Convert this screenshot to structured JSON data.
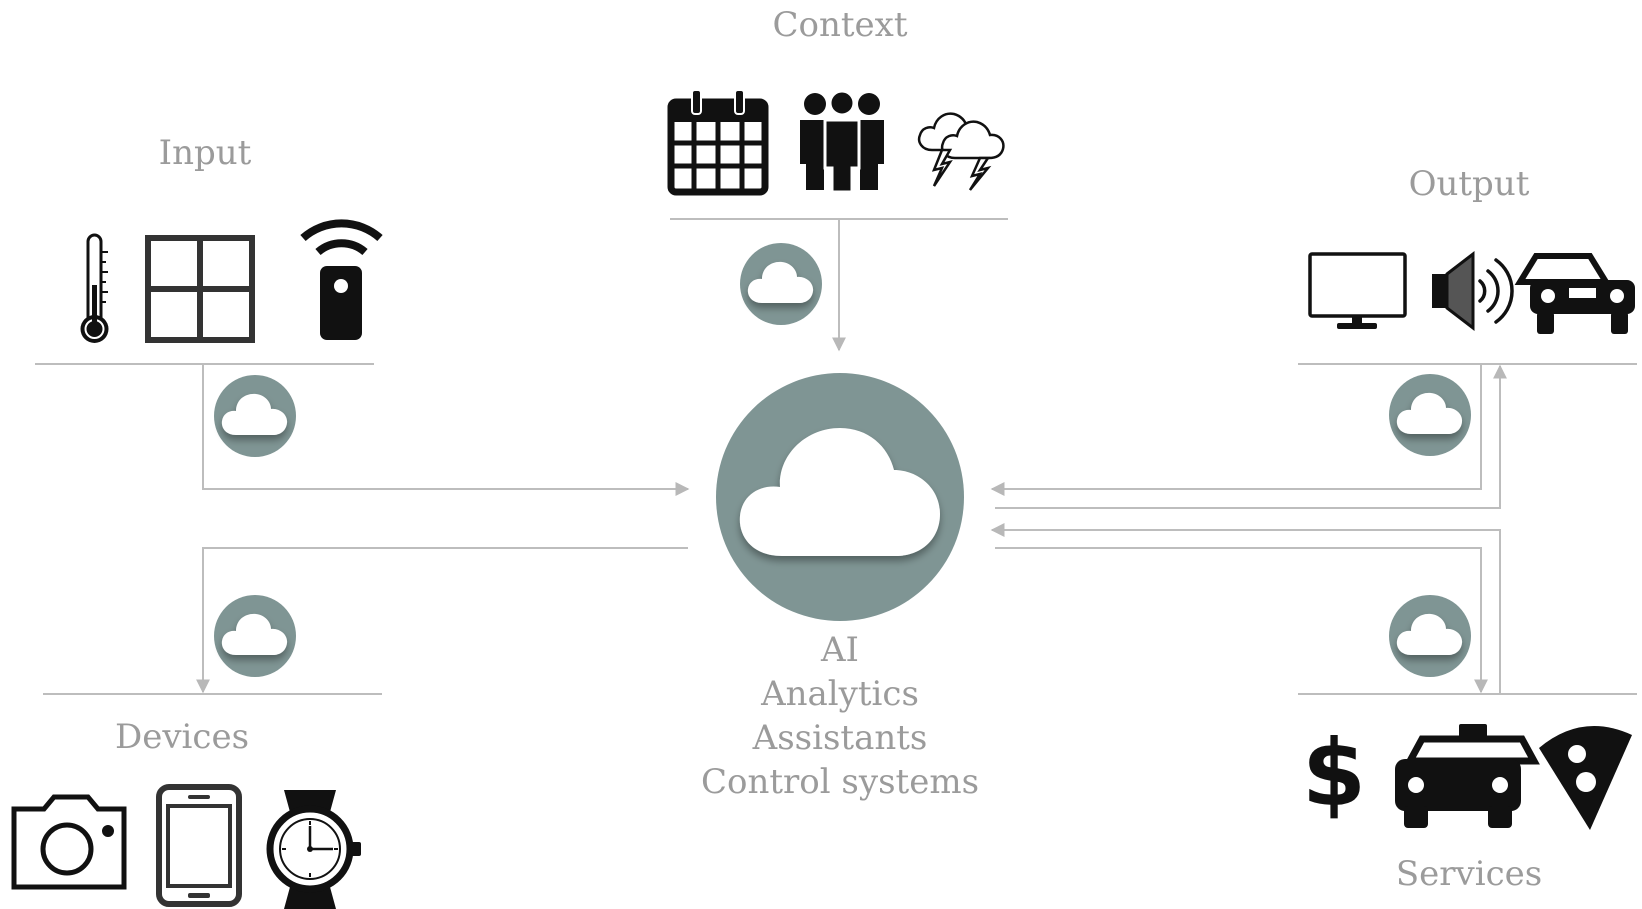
{
  "colors": {
    "line": "#bdbdbd",
    "arrow": "#b8b8b8",
    "cloud_badge": "#7f9594",
    "icon": "#111111",
    "label": "#9b9b9b"
  },
  "groups": {
    "context": {
      "label": "Context",
      "icons": [
        "calendar-icon",
        "people-group-icon",
        "thunderstorm-icon"
      ]
    },
    "input": {
      "label": "Input",
      "icons": [
        "thermometer-icon",
        "window-icon",
        "remote-sensor-icon"
      ]
    },
    "output": {
      "label": "Output",
      "icons": [
        "monitor-icon",
        "speaker-icon",
        "car-icon"
      ]
    },
    "devices": {
      "label": "Devices",
      "icons": [
        "camera-icon",
        "tablet-icon",
        "wristwatch-icon"
      ]
    },
    "services": {
      "label": "Services",
      "icons": [
        "dollar-icon",
        "taxi-icon",
        "pizza-icon"
      ]
    }
  },
  "center": {
    "icon": "cloud-icon",
    "labels": [
      "AI",
      "Analytics",
      "Assistants",
      "Control systems"
    ]
  }
}
